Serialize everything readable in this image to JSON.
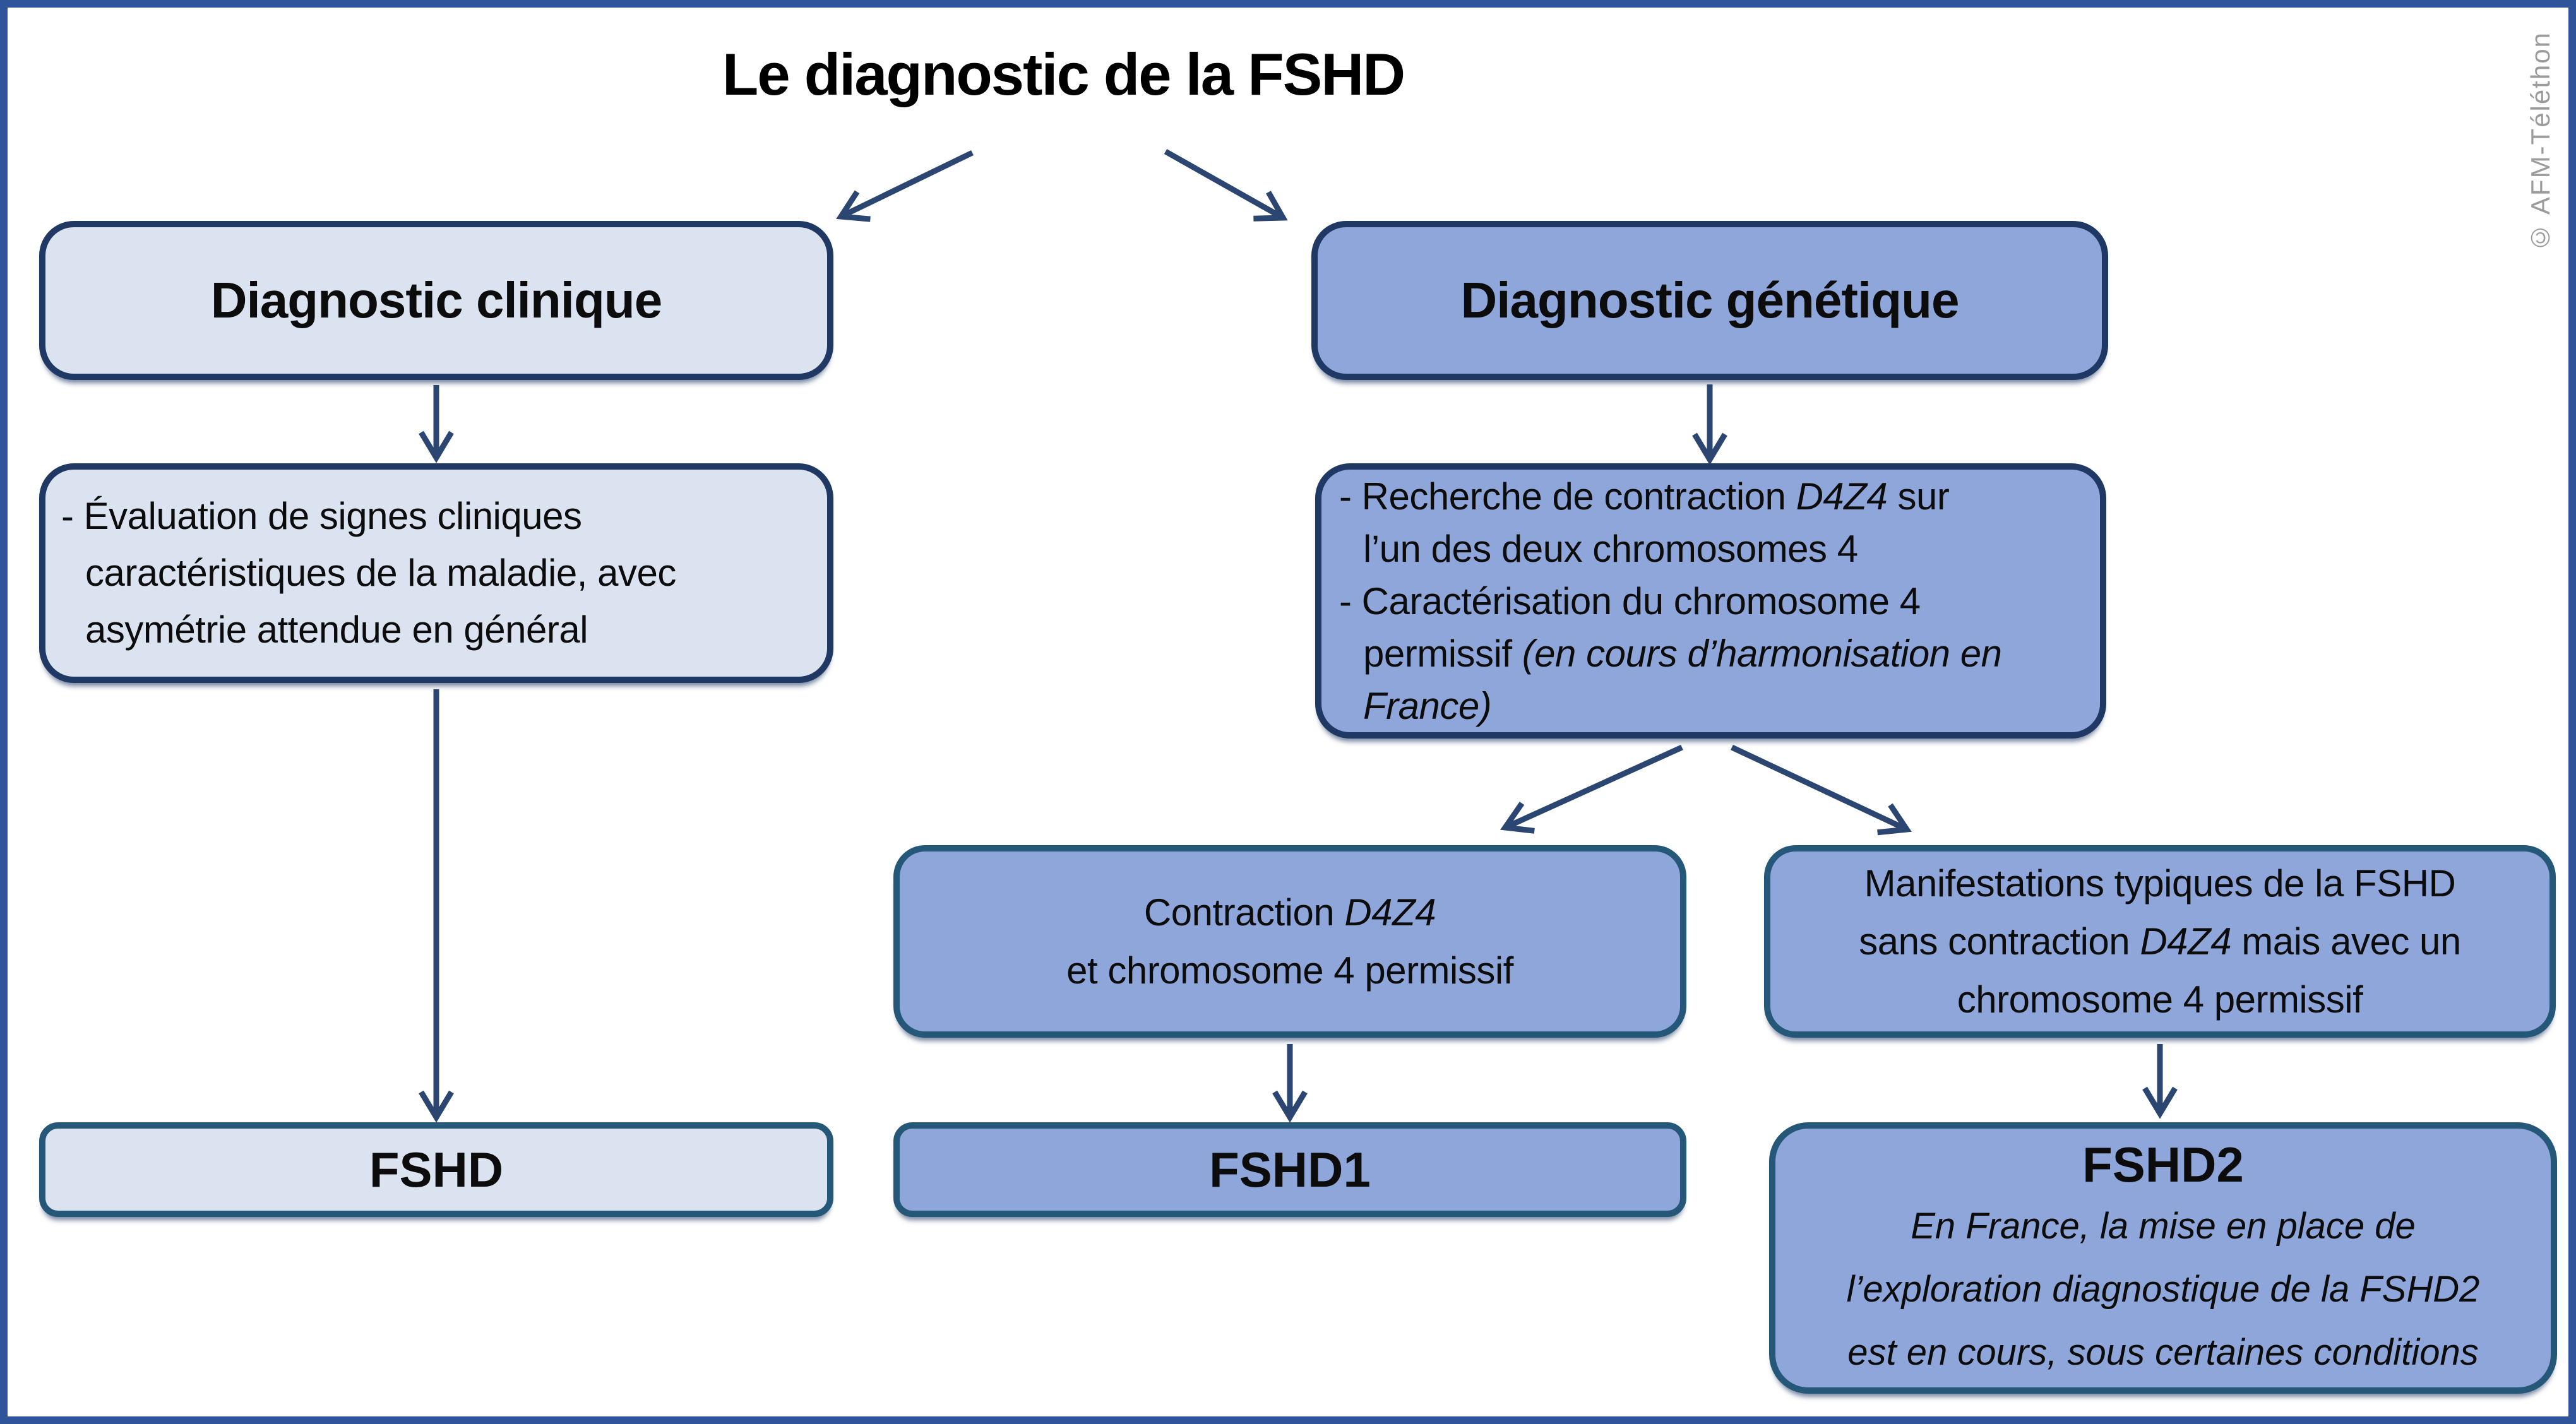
{
  "diagram": {
    "title": "Le diagnostic de la FSHD",
    "watermark": "© AFM-Téléthon"
  },
  "clinical": {
    "header": "Diagnostic clinique",
    "description": [
      {
        "seg": [
          {
            "t": "- Évaluation de signes cliniques"
          }
        ]
      },
      {
        "indent": true,
        "seg": [
          {
            "t": "caractéristiques de la maladie, avec"
          }
        ]
      },
      {
        "indent": true,
        "seg": [
          {
            "t": "asymétrie attendue en général"
          }
        ]
      }
    ],
    "result": "FSHD"
  },
  "genetic": {
    "header": "Diagnostic génétique",
    "description": [
      {
        "seg": [
          {
            "t": "- Recherche de contraction "
          },
          {
            "t": "D4Z4",
            "i": true
          },
          {
            "t": " sur"
          }
        ]
      },
      {
        "indent": true,
        "seg": [
          {
            "t": "l’un des deux chromosomes 4"
          }
        ]
      },
      {
        "seg": [
          {
            "t": "- Caractérisation du chromosome 4"
          }
        ]
      },
      {
        "indent": true,
        "seg": [
          {
            "t": "permissif "
          },
          {
            "t": "(en cours d’harmonisation en",
            "i": true
          }
        ]
      },
      {
        "indent": true,
        "seg": [
          {
            "t": "France)",
            "i": true
          }
        ]
      }
    ],
    "outcome_contraction": {
      "lines": [
        {
          "seg": [
            {
              "t": "Contraction "
            },
            {
              "t": "D4Z4",
              "i": true
            }
          ]
        },
        {
          "seg": [
            {
              "t": "et chromosome 4 permissif"
            }
          ]
        }
      ],
      "result": "FSHD1"
    },
    "outcome_no_contraction": {
      "lines": [
        {
          "seg": [
            {
              "t": "Manifestations typiques de la FSHD"
            }
          ]
        },
        {
          "seg": [
            {
              "t": "sans contraction "
            },
            {
              "t": "D4Z4",
              "i": true
            },
            {
              "t": " mais avec un"
            }
          ]
        },
        {
          "seg": [
            {
              "t": "chromosome 4 permissif"
            }
          ]
        }
      ],
      "result": "FSHD2",
      "result_note": [
        {
          "seg": [
            {
              "t": "En France, la mise en place de",
              "i": true
            }
          ]
        },
        {
          "seg": [
            {
              "t": "l’exploration diagnostique de la FSHD2",
              "i": true
            }
          ]
        },
        {
          "seg": [
            {
              "t": "est en cours, sous certaines conditions",
              "i": true
            }
          ]
        }
      ]
    }
  },
  "colors": {
    "frame": "#2f5499",
    "light_fill": "#dbe3f1",
    "medium_fill": "#8ea6da",
    "border_dark": "#1f3864",
    "border_mid": "#255878",
    "arrow": "#2c4672",
    "watermark_gray": "#9b9b9b"
  }
}
